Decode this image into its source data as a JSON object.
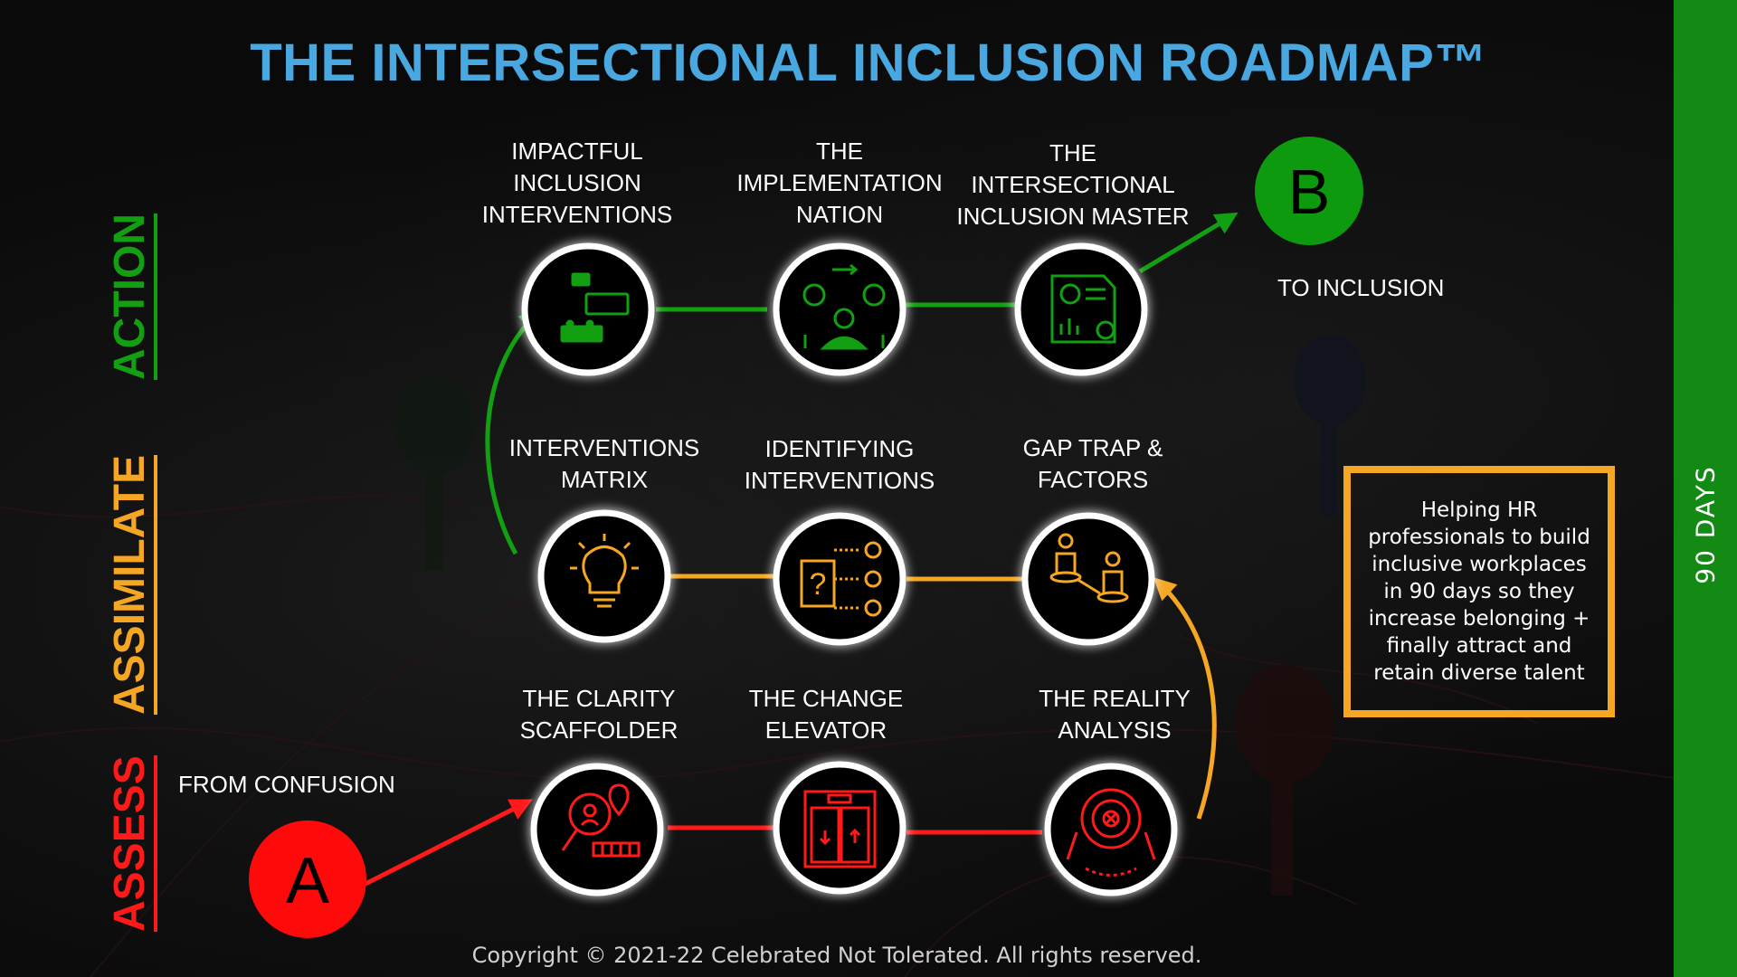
{
  "title": "THE INTERSECTIONAL INCLUSION ROADMAP™",
  "side_bar": {
    "text": "90   DAYS",
    "color": "#138a13"
  },
  "phases": [
    {
      "id": "assess",
      "label": "ASSESS",
      "color": "#ff1a1a"
    },
    {
      "id": "assimilate",
      "label": "ASSIMILATE",
      "color": "#f5a623"
    },
    {
      "id": "action",
      "label": "ACTION",
      "color": "#12a012"
    }
  ],
  "start": {
    "letter": "A",
    "label": "FROM CONFUSION",
    "color": "#ff0a0a"
  },
  "end": {
    "letter": "B",
    "label": "TO INCLUSION",
    "color": "#0e9a0e"
  },
  "nodes": {
    "impactful": {
      "label": "IMPACTFUL\nINCLUSION\nINTERVENTIONS",
      "icon": "puzzle-blocks-icon",
      "color": "#12a012"
    },
    "implementation": {
      "label": "THE\nIMPLEMENTATION\nNATION",
      "icon": "gears-person-icon",
      "color": "#12a012"
    },
    "master": {
      "label": "THE\nINTERSECTIONAL\nINCLUSION MASTER",
      "icon": "report-chart-icon",
      "color": "#12a012"
    },
    "matrix": {
      "label": "INTERVENTIONS\nMATRIX",
      "icon": "lightbulb-icon",
      "color": "#f5a623"
    },
    "identifying": {
      "label": "IDENTIFYING\nINTERVENTIONS",
      "icon": "question-flow-icon",
      "color": "#f5a623"
    },
    "gaptrap": {
      "label": "GAP TRAP &\nFACTORS",
      "icon": "people-gap-icon",
      "color": "#f5a623"
    },
    "clarity": {
      "label": "THE CLARITY\nSCAFFOLDER",
      "icon": "magnify-location-icon",
      "color": "#ff1a1a"
    },
    "change": {
      "label": "THE CHANGE\nELEVATOR",
      "icon": "elevator-icon",
      "color": "#ff1a1a"
    },
    "reality": {
      "label": "THE REALITY\nANALYSIS",
      "icon": "target-icon",
      "color": "#ff1a1a"
    }
  },
  "tagline": {
    "text": "Helping HR professionals to build inclusive workplaces in 90 days so they increase belonging + finally attract and retain diverse talent",
    "border_color": "#f5a623"
  },
  "copyright": "Copyright © 2021-22 Celebrated Not Tolerated. All rights reserved.",
  "title_color": "#4aa8e0"
}
